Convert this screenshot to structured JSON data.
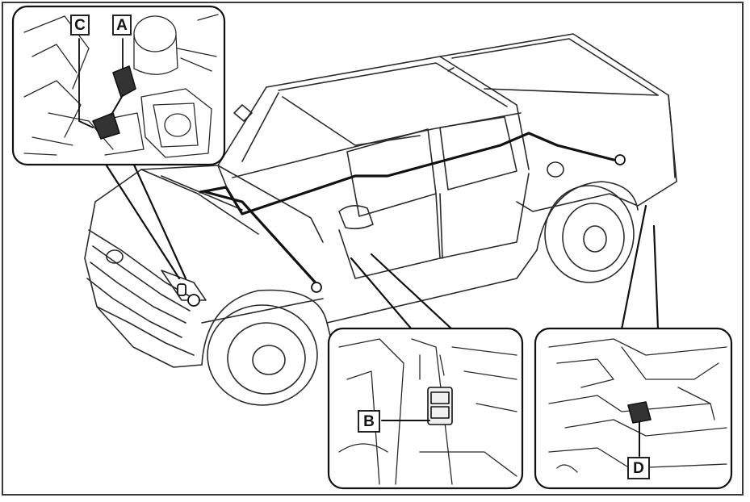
{
  "callouts": {
    "a": "A",
    "b": "B",
    "c": "C",
    "d": "D"
  },
  "colors": {
    "line": "#2a2a2a",
    "harness": "#111111",
    "background": "#ffffff"
  }
}
